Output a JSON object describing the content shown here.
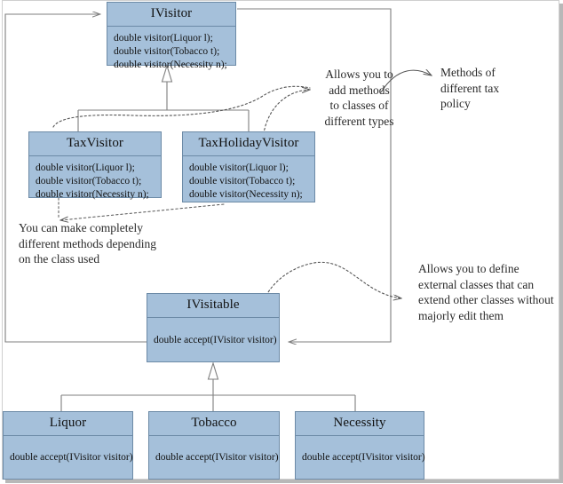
{
  "diagram": {
    "title": "Visitor Pattern UML Class Diagram",
    "colors": {
      "class_fill": "#a5c0da",
      "class_border": "#6c8aa6",
      "connector": "#7f7f7f",
      "text": "#111111",
      "page_border": "#cfcfcf"
    }
  },
  "classes": {
    "ivisitor": {
      "name": "IVisitor",
      "methods": [
        "double visitor(Liquor l);",
        "double visitor(Tobacco t);",
        "double visitor(Necessity n);"
      ]
    },
    "taxvisitor": {
      "name": "TaxVisitor",
      "methods": [
        "double visitor(Liquor l);",
        "double visitor(Tobacco t);",
        "double visitor(Necessity n);"
      ]
    },
    "taxholidayvisitor": {
      "name": "TaxHolidayVisitor",
      "methods": [
        "double visitor(Liquor l);",
        "double visitor(Tobacco t);",
        "double visitor(Necessity n);"
      ]
    },
    "ivisitable": {
      "name": "IVisitable",
      "methods": [
        "double accept(IVisitor visitor)"
      ]
    },
    "liquor": {
      "name": "Liquor",
      "methods": [
        "double accept(IVisitor visitor)"
      ]
    },
    "tobacco": {
      "name": "Tobacco",
      "methods": [
        "double accept(IVisitor visitor)"
      ]
    },
    "necessity": {
      "name": "Necessity",
      "methods": [
        "double accept(IVisitor visitor)"
      ]
    }
  },
  "notes": {
    "add_methods": {
      "lines": [
        "Allows you to",
        "add methods",
        "to classes of",
        "different types"
      ]
    },
    "tax_policy": {
      "lines": [
        "Methods of",
        "different tax",
        "policy"
      ]
    },
    "different_methods": {
      "lines": [
        "You can make completely",
        "different methods depending",
        "on the class used"
      ]
    },
    "external_classes": {
      "lines": [
        "Allows you to define",
        "external classes that can",
        "extend other classes without",
        "majorly edit them"
      ]
    }
  }
}
